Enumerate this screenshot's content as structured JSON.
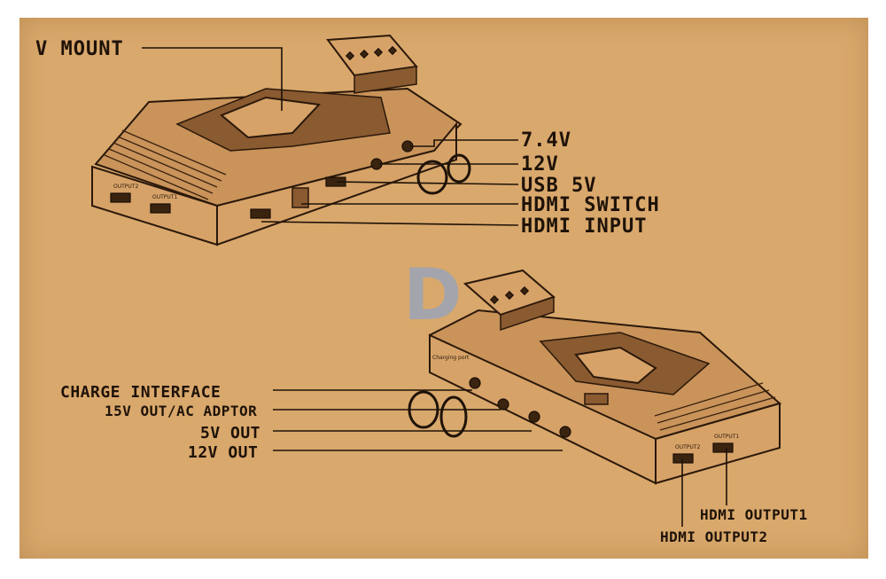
{
  "labels": {
    "v_mount": "V MOUNT",
    "out_7v4": "7.4V",
    "out_12v_top": "12V",
    "usb_5v": "USB 5V",
    "hdmi_switch": "HDMI SWITCH",
    "hdmi_input": "HDMI INPUT",
    "charge_interface": "CHARGE INTERFACE",
    "out_15v_ac": "15V OUT/AC ADPTOR",
    "out_5v": "5V OUT",
    "out_12v": "12V OUT",
    "hdmi_output1": "HDMI OUTPUT1",
    "hdmi_output2": "HDMI OUTPUT2"
  },
  "watermark": "D",
  "colors": {
    "board": "#d9a86c",
    "ink": "#1e1208",
    "watermark": "#8fa3c8"
  }
}
